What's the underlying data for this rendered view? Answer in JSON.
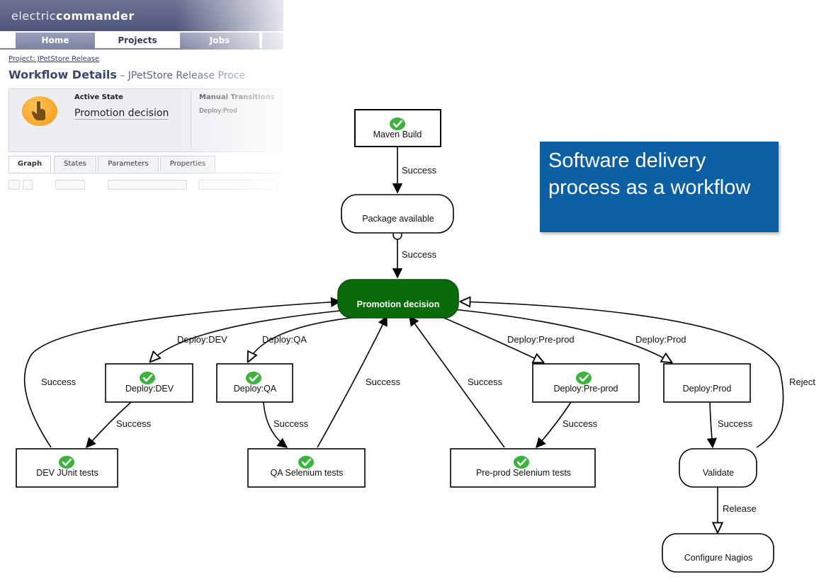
{
  "app": {
    "brand_light": "electric",
    "brand_bold": "commander",
    "tabs": [
      "Home",
      "Projects",
      "Jobs"
    ],
    "active_tab": "Projects",
    "breadcrumb": "Project: JPetStore Release",
    "title": "Workflow Details",
    "title_sep": " – ",
    "title_sub": "JPetStore Release Proce",
    "active_state_label": "Active State",
    "active_state_value": "Promotion decision",
    "manual_transitions_label": "Manual Transitions",
    "manual_transitions_value": "Deploy:Prod",
    "subtabs": [
      "Graph",
      "States",
      "Parameters",
      "Properties"
    ],
    "active_subtab": "Graph"
  },
  "callout": {
    "text": "Software delivery process as a workflow",
    "color": "#0c5fa3"
  },
  "diagram": {
    "nodes": {
      "maven_build": "Maven Build",
      "package_available": "Package available",
      "promotion_decision": "Promotion decision",
      "deploy_dev": "Deploy:DEV",
      "deploy_qa": "Deploy:QA",
      "deploy_preprod": "Deploy:Pre-prod",
      "deploy_prod": "Deploy:Prod",
      "dev_junit": "DEV JUnit tests",
      "qa_selenium": "QA Selenium tests",
      "preprod_selenium": "Pre-prod Selenium tests",
      "validate": "Validate",
      "configure_nagios": "Configure Nagios"
    },
    "edges": {
      "success": "Success",
      "deploy_dev": "Deploy:DEV",
      "deploy_qa": "Deploy:QA",
      "deploy_preprod": "Deploy:Pre-prod",
      "deploy_prod": "Deploy:Prod",
      "reject": "Reject",
      "release": "Release"
    },
    "colors": {
      "active_node": "#0b6b0b",
      "check": "#3cb33c"
    }
  }
}
